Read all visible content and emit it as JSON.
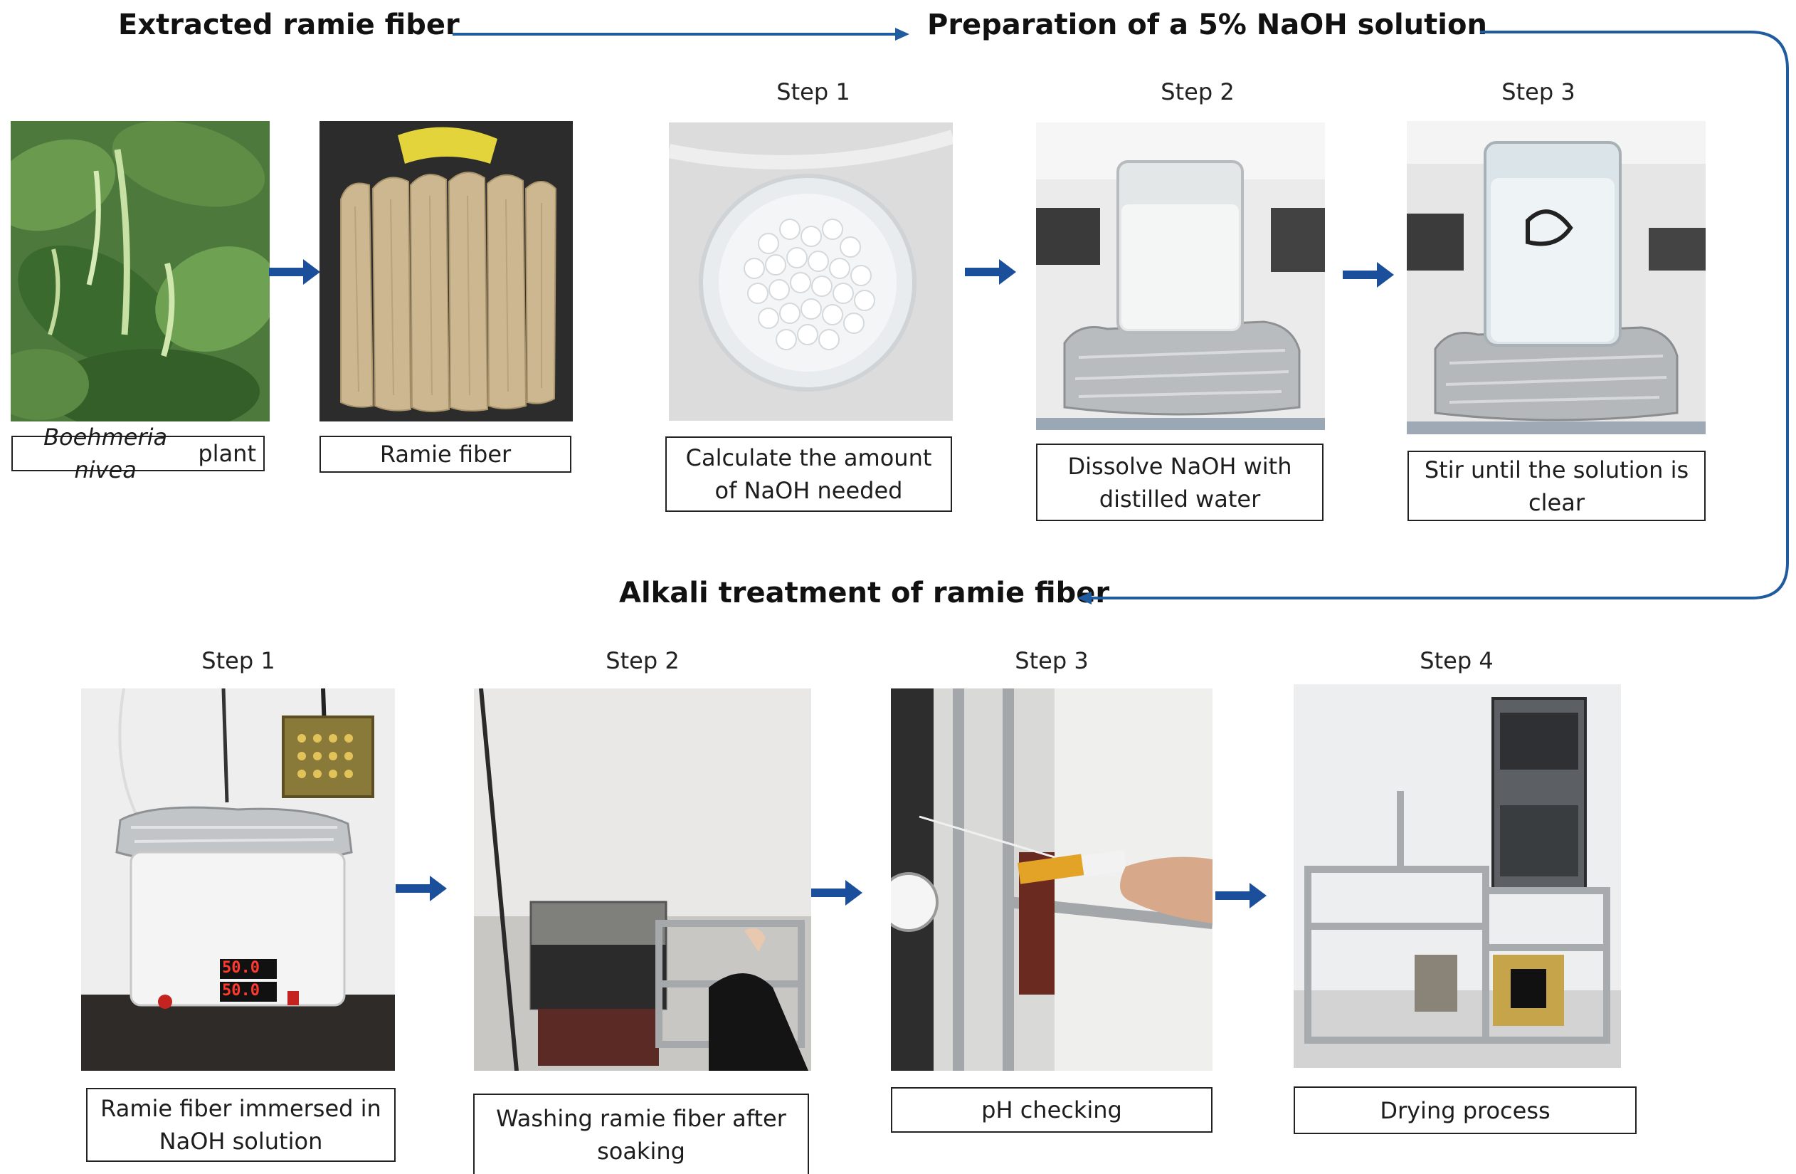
{
  "headings": {
    "extracted": "Extracted ramie fiber",
    "preparation": "Preparation of a 5% NaOH solution",
    "alkali": "Alkali treatment of ramie fiber"
  },
  "top": {
    "plant_caption_italic": "Boehmeria nivea",
    "plant_caption_rest": " plant",
    "fiber_caption": "Ramie fiber",
    "prep_steps": [
      {
        "label": "Step 1",
        "caption": "Calculate the amount of NaOH needed"
      },
      {
        "label": "Step 2",
        "caption": "Dissolve NaOH with distilled water"
      },
      {
        "label": "Step 3",
        "caption": "Stir until the solution is clear"
      }
    ]
  },
  "bottom": {
    "steps": [
      {
        "label": "Step 1",
        "caption": "Ramie fiber immersed in NaOH solution"
      },
      {
        "label": "Step 2",
        "caption": "Washing ramie fiber after soaking"
      },
      {
        "label": "Step 3",
        "caption": "pH checking"
      },
      {
        "label": "Step 4",
        "caption": "Drying process"
      }
    ],
    "bath_display_1": "50.0",
    "bath_display_2": "50.0"
  },
  "colors": {
    "arrow": "#1b4f9c",
    "connector": "#1f5b9e",
    "leaf": "#3f6b32",
    "fiber": "#cdb791",
    "foil": "#b9bcbf"
  }
}
